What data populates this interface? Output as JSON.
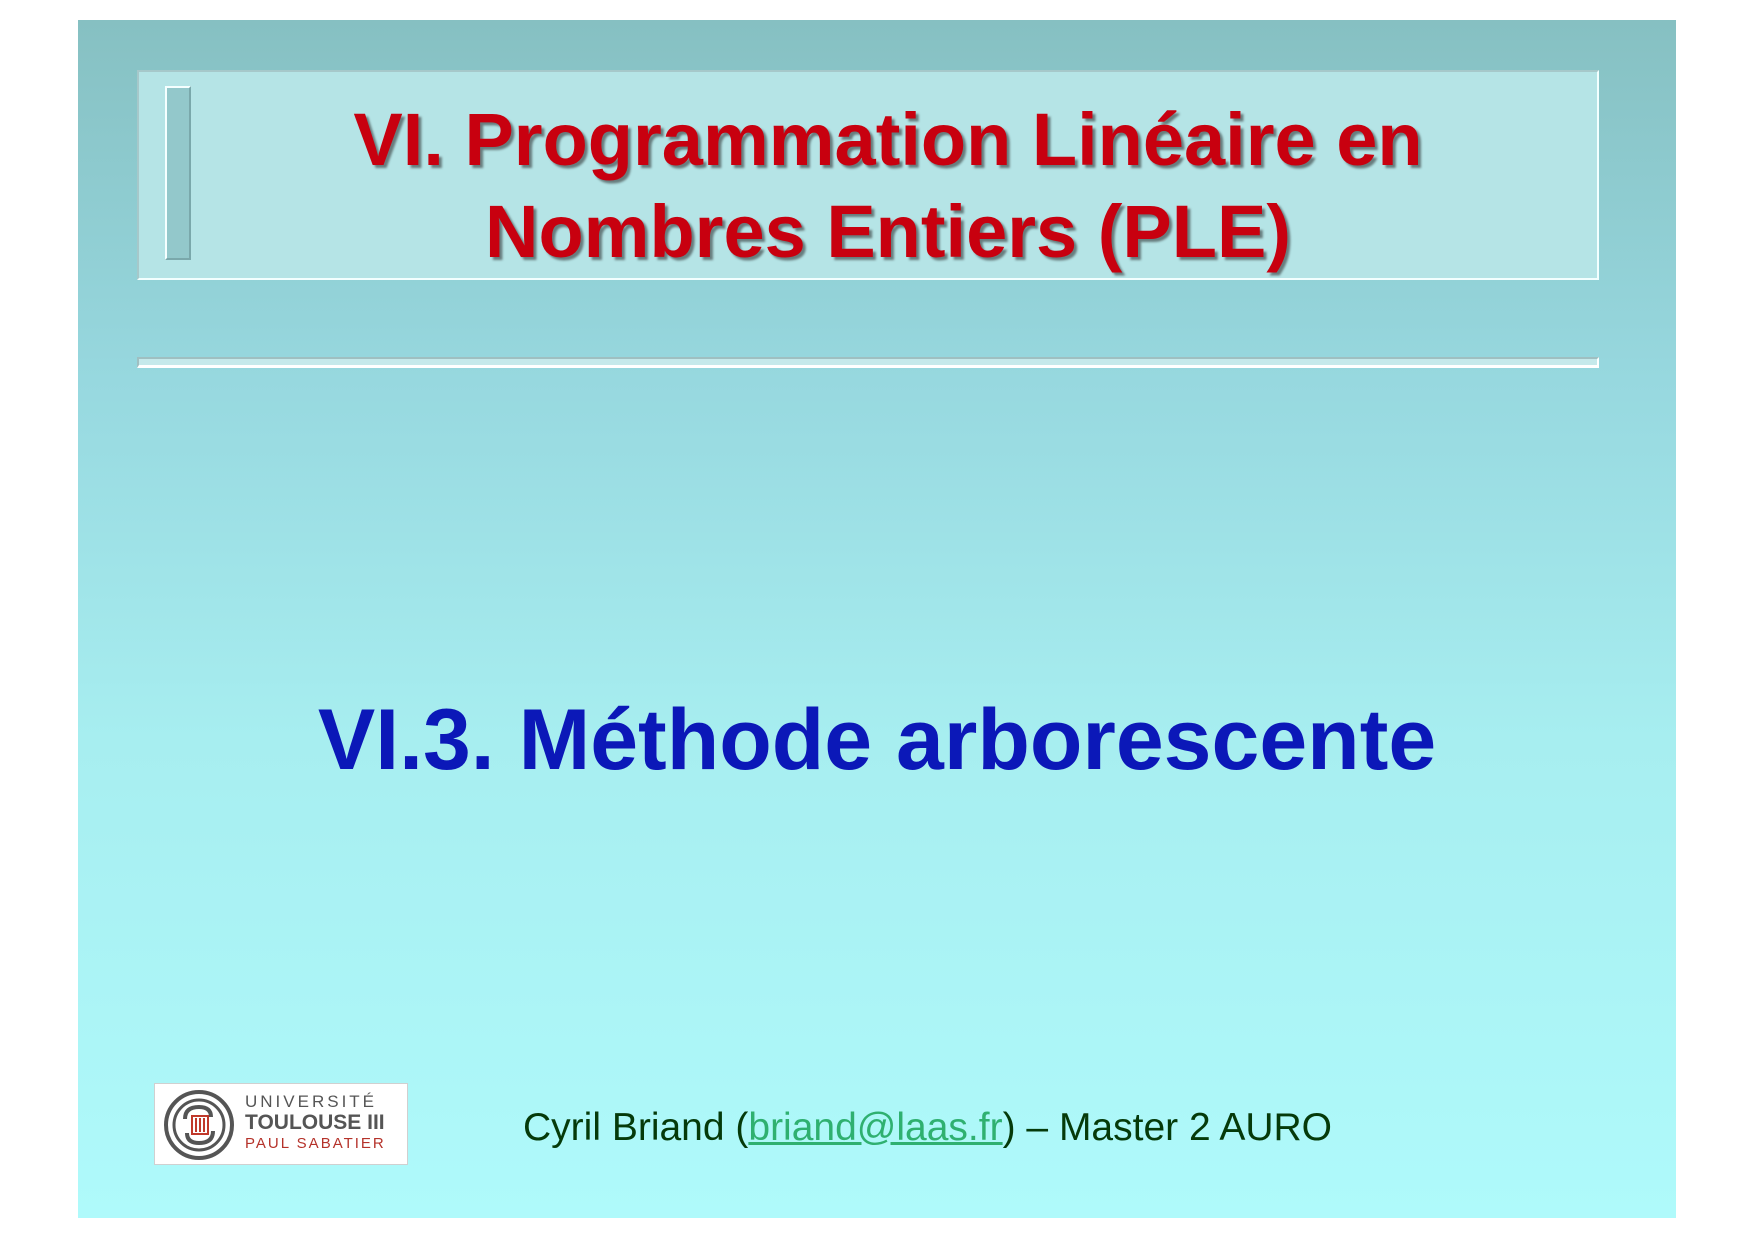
{
  "slide": {
    "title_line1": "VI. Programmation Linéaire en",
    "title_line2": "Nombres Entiers (PLE)",
    "subtitle": "VI.3. Méthode arborescente",
    "logo": {
      "line1": "UNIVERSITÉ",
      "line2": "TOULOUSE III",
      "line3": "PAUL SABATIER"
    },
    "footer": {
      "author": "Cyril Briand (",
      "email": "briand@laas.fr",
      "suffix": ") – Master 2 AURO"
    },
    "colors": {
      "title": "#c8000f",
      "subtitle": "#0b18b8",
      "footer_text": "#053a0a",
      "link": "#2fb070"
    }
  }
}
